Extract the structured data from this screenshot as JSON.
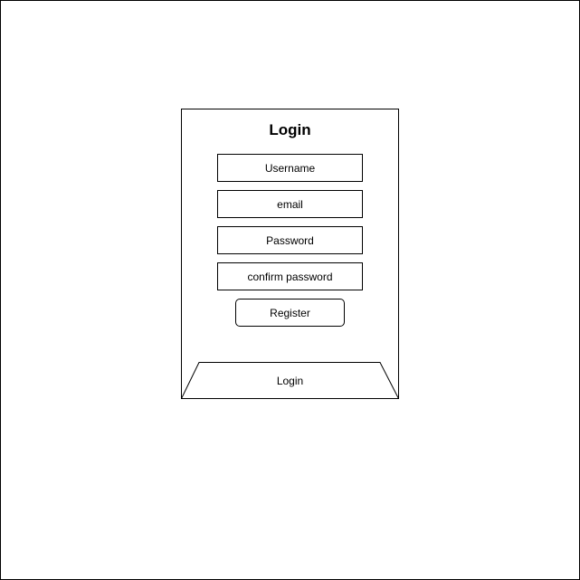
{
  "form": {
    "title": "Login",
    "fields": [
      {
        "placeholder": "Username"
      },
      {
        "placeholder": "email"
      },
      {
        "placeholder": "Password"
      },
      {
        "placeholder": "confirm password"
      }
    ],
    "register_label": "Register",
    "login_tab_label": "Login"
  }
}
